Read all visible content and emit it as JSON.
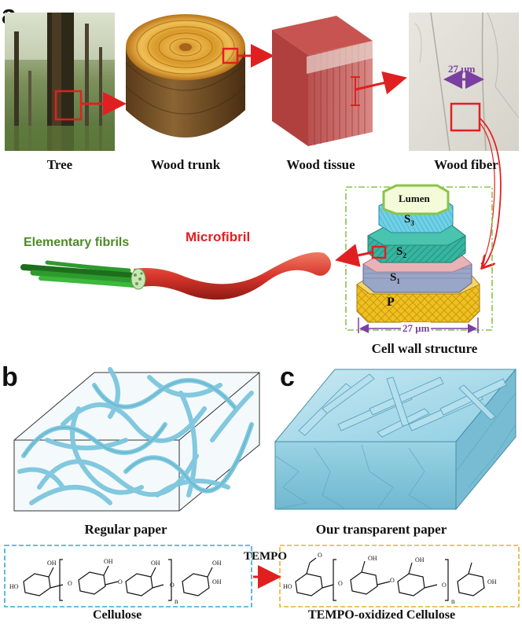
{
  "panels": {
    "a": "a",
    "b": "b",
    "c": "c"
  },
  "row1_captions": {
    "tree": "Tree",
    "wood_trunk": "Wood trunk",
    "wood_tissue": "Wood tissue",
    "wood_fiber": "Wood fiber"
  },
  "fiber_width": "27 μm",
  "fibrils": {
    "elementary": "Elementary fibrils",
    "microfibril": "Microfibril"
  },
  "cell_wall": {
    "caption": "Cell wall structure",
    "lumen": "Lumen",
    "s3": "S",
    "s3_sub": "3",
    "s2": "S",
    "s2_sub": "2",
    "s1": "S",
    "s1_sub": "1",
    "p": "P",
    "width": "27 μm"
  },
  "paper": {
    "regular": "Regular paper",
    "transparent": "Our transparent paper"
  },
  "chemistry": {
    "cellulose": "Cellulose",
    "tempo": "TEMPO",
    "tempo_oxidized": "TEMPO-oxidized Cellulose",
    "repeat_n": "n",
    "OH": "OH",
    "HO": "HO",
    "O": "O",
    "COOH_top": "O",
    "OH_label": "OH"
  },
  "colors": {
    "red_arrow": "#e02020",
    "green_fibril": "#2e9a2e",
    "microfibril_red": "#d8362c",
    "fiber_arrow": "#7b3fa3",
    "cellulose_box": "#3aa6d6",
    "tempo_box": "#e6b030",
    "fiber_blue": "#7cc6dd"
  }
}
